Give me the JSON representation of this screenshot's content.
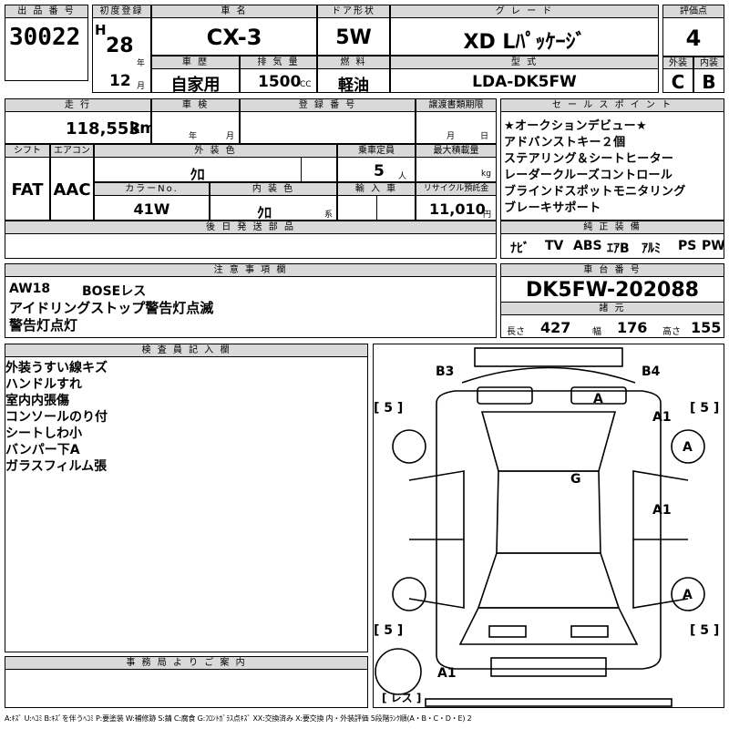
{
  "header": {
    "lot_label": "出 品 番 号",
    "lot": "30022",
    "first_reg_label": "初度登録",
    "era": "H",
    "year": "28",
    "year_unit": "年",
    "month": "12",
    "month_unit": "月",
    "car_name_label": "車 名",
    "car_name": "CX-3",
    "door_label": "ドア形状",
    "door": "5W",
    "grade_label": "グ レ ー ド",
    "grade": "XD Lﾊﾟｯｹｰｼﾞ",
    "score_label": "評価点",
    "score": "4",
    "history_label": "車 歴",
    "history": "自家用",
    "displacement_label": "排 気 量",
    "displacement": "1500",
    "displacement_unit": "CC",
    "fuel_label": "燃 料",
    "fuel": "軽油",
    "model_label": "型 式",
    "model": "LDA-DK5FW",
    "exterior_label": "外装",
    "exterior_grade": "C",
    "interior_label": "内装",
    "interior_grade": "B"
  },
  "row2": {
    "mileage_label": "走 行",
    "mileage": "118,553",
    "mileage_unit": "km",
    "inspection_label": "車 検",
    "insp_year_unit": "年",
    "insp_month_unit": "月",
    "plate_label": "登 録 番 号",
    "transfer_label": "譲渡書類期限",
    "transfer_month_unit": "月",
    "transfer_day_unit": "日",
    "shift_label": "シフト",
    "shift": "FAT",
    "ac_label": "エアコン",
    "ac": "AAC",
    "color_label": "外 装 色",
    "color": "ｸﾛ",
    "seats_label": "乗車定員",
    "seats": "5",
    "seats_unit": "人",
    "load_label": "最大積載量",
    "load_unit": "kg",
    "color_no_label": "カラーNo.",
    "color_no": "41W",
    "int_color_label": "内 装 色",
    "int_color": "ｸﾛ",
    "int_color_unit": "系",
    "import_label": "輸 入 車",
    "recycle_label": "リサイクル預託金",
    "recycle": "11,010",
    "recycle_unit": "円",
    "later_parts_label": "後 日 発 送 部 品"
  },
  "sales": {
    "label": "セ ー ル ス ポ イ ン ト",
    "lines": [
      "★オークションデビュー★",
      "アドバンストキー２個",
      "ステアリング＆シートヒーター",
      "レーダークルーズコントロール",
      "ブラインドスポットモニタリング",
      "ブレーキサポート"
    ]
  },
  "equipment": {
    "label": "純 正 装 備",
    "items": [
      "ﾅﾋﾞ",
      "TV",
      "ABS",
      "ｴｱB",
      "ｱﾙﾐ",
      "PS",
      "PW"
    ]
  },
  "notes": {
    "label": "注 意 事 項 欄",
    "line1": [
      "AW18",
      "BOSEレス"
    ],
    "lines": [
      "アイドリングストップ警告灯点滅",
      "警告灯点灯"
    ]
  },
  "chassis": {
    "label": "車 台 番 号",
    "number": "DK5FW-202088",
    "dims_label": "諸 元",
    "length_label": "長さ",
    "length": "427",
    "width_label": "幅",
    "width": "176",
    "height_label": "高さ",
    "height": "155"
  },
  "inspector": {
    "label": "検 査 員 記 入 欄",
    "lines": [
      "外装うすい線キズ",
      "ハンドルすれ",
      "室内内張傷",
      "コンソールのり付",
      "シートしわ小",
      "バンパー下A",
      "ガラスフィルム張"
    ]
  },
  "office": {
    "label": "事 務 局 よ り ご 案 内"
  },
  "diagram": {
    "marks": {
      "b3": "B3",
      "b4": "B4",
      "a_roof": "A",
      "a1_fr": "A1",
      "a_wheel_fr": "A",
      "g": "G",
      "a1_side": "A1",
      "a_wheel_rr": "A",
      "a1_bottom": "A1"
    },
    "tires": {
      "lf": "5",
      "rf": "5",
      "lr": "5",
      "rr": "5"
    },
    "spare": "レス"
  },
  "legend": "A:ｷｽﾞ U:ﾍｺﾐ B:ｷｽﾞを伴うﾍｺﾐ P:要塗装 W:補修跡 S:錆 C:腐食 G:ﾌﾛﾝﾄｶﾞﾗｽ点ｷｽﾞ XX:交換済み X:要交換 内・外装評価 5段階ﾗﾝｸ順(A・B・C・D・E) 2"
}
